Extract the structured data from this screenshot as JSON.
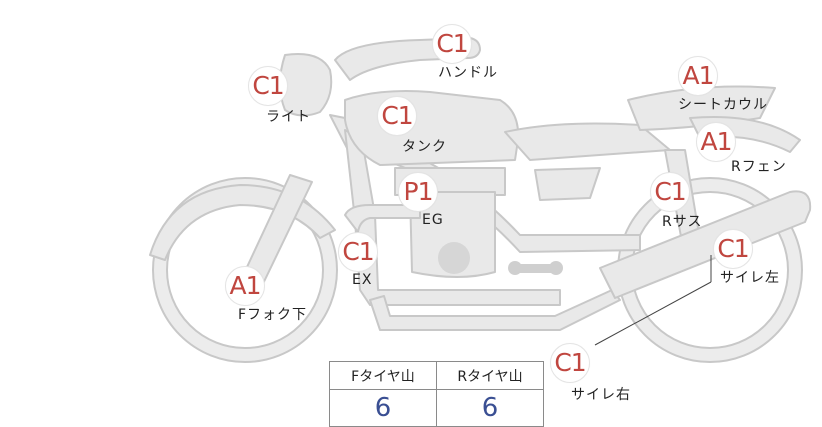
{
  "parts": [
    {
      "id": "handle",
      "grade": "C1",
      "label": "ハンドル"
    },
    {
      "id": "light",
      "grade": "C1",
      "label": "ライト"
    },
    {
      "id": "tank",
      "grade": "C1",
      "label": "タンク"
    },
    {
      "id": "engine",
      "grade": "P1",
      "label": "EG"
    },
    {
      "id": "exhaust",
      "grade": "C1",
      "label": "EX"
    },
    {
      "id": "front-fork",
      "grade": "A1",
      "label": "Fフォク下"
    },
    {
      "id": "seat-cowl",
      "grade": "A1",
      "label": "シートカウル"
    },
    {
      "id": "rear-fender",
      "grade": "A1",
      "label": "Rフェン"
    },
    {
      "id": "rear-suspension",
      "grade": "C1",
      "label": "Rサス"
    },
    {
      "id": "muffler-left",
      "grade": "C1",
      "label": "サイレ左"
    },
    {
      "id": "muffler-right",
      "grade": "C1",
      "label": "サイレ右"
    }
  ],
  "tread_table": {
    "headers": [
      "Fタイヤ山",
      "Rタイヤ山"
    ],
    "values": [
      "6",
      "6"
    ]
  },
  "colors": {
    "grade_text": "#c0463f",
    "tread_value": "#3a4f93",
    "bike_fill": "#e9e9e9",
    "bike_stroke": "#c9c9c9"
  }
}
